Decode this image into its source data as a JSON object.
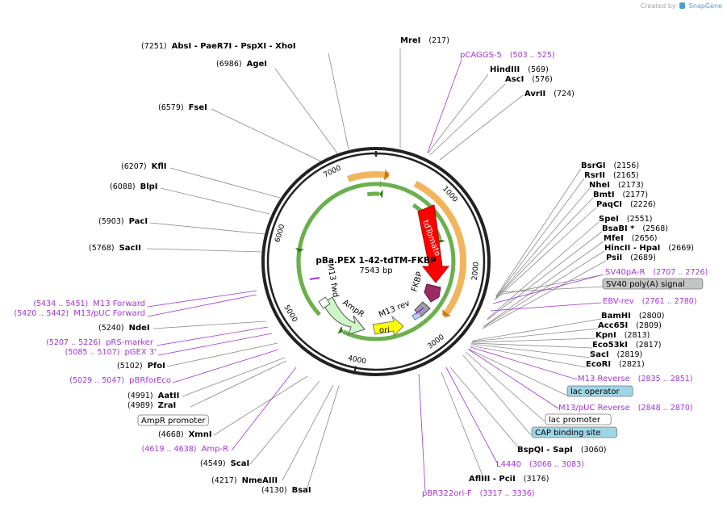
{
  "credit": {
    "prefix": "Created by",
    "brand": "SnapGene"
  },
  "plasmid": {
    "name": "pBa.PEX 1-42-tdTM-FKBP",
    "size": "7543 bp"
  },
  "ruler": [
    "1000",
    "2000",
    "3000",
    "4000",
    "5000",
    "6000",
    "7000"
  ],
  "features": {
    "tdTomato": "tdTomato",
    "FKBP": "FKBP",
    "AmpR": "AmpR",
    "ori": "ori",
    "M13fwd": "M13 fwd",
    "M13rev": "M13 rev"
  },
  "labels": [
    {
      "pos": "(7251)",
      "name": "AbsI  - PaeR7I  - PspXI  - XhoI",
      "kind": "site"
    },
    {
      "pos": "(6986)",
      "name": "AgeI",
      "kind": "site"
    },
    {
      "pos": "(6579)",
      "name": "FseI",
      "kind": "site"
    },
    {
      "pos": "(6207)",
      "name": "KflI",
      "kind": "site"
    },
    {
      "pos": "(6088)",
      "name": "BlpI",
      "kind": "site"
    },
    {
      "pos": "(5903)",
      "name": "PacI",
      "kind": "site"
    },
    {
      "pos": "(5768)",
      "name": "SacII",
      "kind": "site"
    },
    {
      "pos": "(5434 .. 5451)",
      "name": "M13 Forward",
      "kind": "primer"
    },
    {
      "pos": "(5420 .. 5442)",
      "name": "M13/pUC Forward",
      "kind": "primer"
    },
    {
      "pos": "(5240)",
      "name": "NdeI",
      "kind": "site"
    },
    {
      "pos": "(5207 .. 5226)",
      "name": "pRS-marker",
      "kind": "primer"
    },
    {
      "pos": "(5085 .. 5107)",
      "name": "pGEX 3'",
      "kind": "primer"
    },
    {
      "pos": "(5102)",
      "name": "PfoI",
      "kind": "site"
    },
    {
      "pos": "(5029 .. 5047)",
      "name": "pBRforEco",
      "kind": "primer"
    },
    {
      "pos": "(4991)",
      "name": "AatII",
      "kind": "site"
    },
    {
      "pos": "(4989)",
      "name": "ZraI",
      "kind": "site"
    },
    {
      "pos": "",
      "name": "AmpR promoter",
      "kind": "box"
    },
    {
      "pos": "(4668)",
      "name": "XmnI",
      "kind": "site"
    },
    {
      "pos": "(4619 .. 4638)",
      "name": "Amp-R",
      "kind": "primer"
    },
    {
      "pos": "(4549)",
      "name": "ScaI",
      "kind": "site"
    },
    {
      "pos": "(4217)",
      "name": "NmeAIII",
      "kind": "site"
    },
    {
      "pos": "(4130)",
      "name": "BsaI",
      "kind": "site"
    },
    {
      "pos": "(217)",
      "name": "MreI",
      "kind": "site"
    },
    {
      "pos": "(503 .. 525)",
      "name": "pCAGGS-5",
      "kind": "primer"
    },
    {
      "pos": "(569)",
      "name": "HindIII",
      "kind": "site"
    },
    {
      "pos": "(576)",
      "name": "AscI",
      "kind": "site"
    },
    {
      "pos": "(724)",
      "name": "AvrII",
      "kind": "site"
    },
    {
      "pos": "(2156)",
      "name": "BsrGI",
      "kind": "site"
    },
    {
      "pos": "(2165)",
      "name": "RsrII",
      "kind": "site"
    },
    {
      "pos": "(2173)",
      "name": "NheI",
      "kind": "site"
    },
    {
      "pos": "(2177)",
      "name": "BmtI",
      "kind": "site"
    },
    {
      "pos": "(2226)",
      "name": "PaqCI",
      "kind": "site"
    },
    {
      "pos": "(2551)",
      "name": "SpeI",
      "kind": "site"
    },
    {
      "pos": "(2568)",
      "name": "BsaBI  *",
      "kind": "site"
    },
    {
      "pos": "(2656)",
      "name": "MfeI",
      "kind": "site"
    },
    {
      "pos": "(2669)",
      "name": "HincII  - HpaI",
      "kind": "site"
    },
    {
      "pos": "(2689)",
      "name": "PsiI",
      "kind": "site"
    },
    {
      "pos": "(2707 .. 2726)",
      "name": "SV40pA-R",
      "kind": "primer"
    },
    {
      "pos": "",
      "name": "SV40 poly(A) signal",
      "kind": "grey"
    },
    {
      "pos": "(2761 .. 2780)",
      "name": "EBV-rev",
      "kind": "primer"
    },
    {
      "pos": "(2800)",
      "name": "BamHI",
      "kind": "site"
    },
    {
      "pos": "(2809)",
      "name": "Acc65I",
      "kind": "site"
    },
    {
      "pos": "(2813)",
      "name": "KpnI",
      "kind": "site"
    },
    {
      "pos": "(2817)",
      "name": "Eco53kI",
      "kind": "site"
    },
    {
      "pos": "(2819)",
      "name": "SacI",
      "kind": "site"
    },
    {
      "pos": "(2821)",
      "name": "EcoRI",
      "kind": "site"
    },
    {
      "pos": "(2835 .. 2851)",
      "name": "M13 Reverse",
      "kind": "primer"
    },
    {
      "pos": "",
      "name": "lac operator",
      "kind": "teal"
    },
    {
      "pos": "(2848 .. 2870)",
      "name": "M13/pUC Reverse",
      "kind": "primer"
    },
    {
      "pos": "",
      "name": "lac promoter",
      "kind": "box"
    },
    {
      "pos": "",
      "name": "CAP binding site",
      "kind": "teal"
    },
    {
      "pos": "(3060)",
      "name": "BspQI  - SapI",
      "kind": "site"
    },
    {
      "pos": "(3066 .. 3083)",
      "name": "L4440",
      "kind": "primer"
    },
    {
      "pos": "(3176)",
      "name": "AflIII  - PciI",
      "kind": "site"
    },
    {
      "pos": "(3317 .. 3336)",
      "name": "pBR322ori-F",
      "kind": "primer"
    }
  ]
}
